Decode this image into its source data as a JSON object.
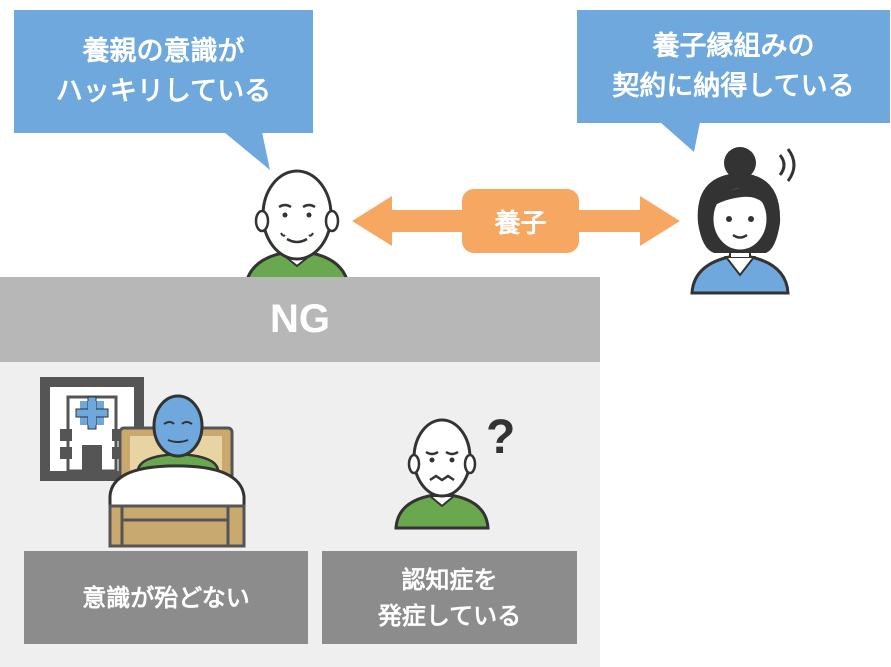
{
  "bubble_left": {
    "lines": [
      "養親の意識が",
      "ハッキリしている"
    ]
  },
  "bubble_right": {
    "lines": [
      "養子縁組みの",
      "契約に納得している"
    ]
  },
  "relation": {
    "label": "養子"
  },
  "ng": {
    "label": "NG"
  },
  "cases": [
    {
      "lines": [
        "意識が殆どない"
      ]
    },
    {
      "lines": [
        "認知症を",
        "発症している"
      ]
    }
  ],
  "question_mark": "?",
  "colors": {
    "bubble": "#6fa8dc",
    "arrow": "#f6a863",
    "ng_bar": "#b7b7b7",
    "ng_panel": "#efefef",
    "case_box": "#8c8c8c",
    "shirt_green": "#6aa84f",
    "shirt_blue": "#6fa8dc",
    "bed": "#c9a96e"
  }
}
